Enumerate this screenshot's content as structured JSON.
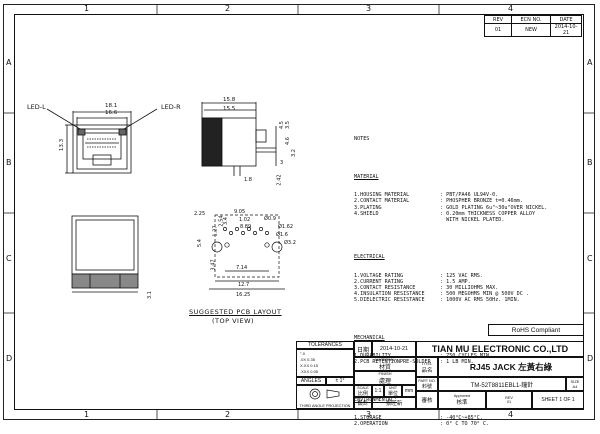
{
  "zones": {
    "top": [
      "1",
      "2",
      "3",
      "4"
    ],
    "bottom": [
      "1",
      "2",
      "3",
      "4"
    ],
    "left": [
      "A",
      "B",
      "C",
      "D"
    ],
    "right": [
      "A",
      "B",
      "C",
      "D"
    ]
  },
  "revision": {
    "headers": [
      "REV",
      "ECN NO.",
      "DATE"
    ],
    "row": [
      "01",
      "NEW",
      "2014-10-21"
    ]
  },
  "front_view": {
    "led_left": "LED-L",
    "led_right": "LED-R",
    "dim_width_outer": "18.1",
    "dim_width_inner": "16.6",
    "dim_height": "13.3"
  },
  "side_view": {
    "dims": [
      "15.8",
      "15.5",
      "4.5",
      "3.5",
      "4.6",
      "3.2",
      "1.8",
      "2.42",
      "3"
    ]
  },
  "bottom_view": {
    "dims": [
      "3.1"
    ]
  },
  "pcb_layout": {
    "title": "SUGGESTED PCB LAYOUT",
    "subtitle": "(TOP VIEW)",
    "dims": [
      "2.25",
      "9.05",
      "1.02",
      "8.89",
      "5.4",
      "1.27",
      "2.54",
      "3.4",
      "Ø0.9",
      "Ø1.62",
      "Ø1.6",
      "Ø3.2",
      "3.47",
      "7.14",
      "12.7",
      "16.25"
    ]
  },
  "notes": {
    "title": "NOTES",
    "material_title": "MATERIAL",
    "material": [
      [
        "1.HOUSING MATERIAL",
        ": PBT/PA46 UL94V-0."
      ],
      [
        "2.CONTACT MATERIAL",
        ": PHOSPHER BRONZE t=0.46mm."
      ],
      [
        "3.PLATING",
        ": GOLD PLATING 6u\"~30u\"OVER NICKEL."
      ],
      [
        "4.SHIELD",
        ": 0.20mm THICKNESS COPPER ALLOY"
      ],
      [
        "",
        "  WITH NICKEL PLATED."
      ]
    ],
    "electrical_title": "ELECTRICAL",
    "electrical": [
      [
        "1.VOLTAGE RATING",
        ": 125 VAC RMS."
      ],
      [
        "2.CURRENT RATING",
        ": 1.5 AMP."
      ],
      [
        "3.CONTACT RESISTANCE",
        ": 30 MILLIOHMS MAX."
      ],
      [
        "4.INSULATION RESISTANCE",
        ": 500 MEGOHMS MIN @ 500V DC ."
      ],
      [
        "5.DIELECTRIC RESISTANCE",
        ": 1000V AC RMS 50Hz. 1MIN."
      ]
    ],
    "mechanical_title": "MECHANICAL",
    "mechanical": [
      [
        "1.DURABILITY",
        ": 750 CYCLES MIN."
      ],
      [
        "2.PCB RETENTIONPRE-SOLDER",
        ": 1 LB MIN."
      ]
    ],
    "environmental_title": "ENVIRONMENTAL:",
    "environmental": [
      [
        "1.STORAGE",
        ": -40°C~+85°C."
      ],
      [
        "2.OPERATION",
        ": 0° C TO 70° C."
      ]
    ]
  },
  "title_block": {
    "rohs": "RoHS Compliant",
    "tolerances": "TOLERANCES",
    "tol_unit": "°.0",
    "tol_rows": [
      [
        "MM",
        "±"
      ],
      [
        "0 .0 ",
        "0.35"
      ],
      [
        "0 .00",
        "0.15"
      ],
      [
        "0 .000",
        "0.05"
      ]
    ],
    "tol_left": [
      ".0X",
      "X.XX",
      ".XXX"
    ],
    "angles_label": "ANGLES",
    "angles_value": "± 1°",
    "projection": "THIRD ANGLE PROJECTION",
    "date_label": "日期",
    "date_value": "2014-10-21",
    "material_label": "材質",
    "material_en": "MATERIAL",
    "finish_label": "處理",
    "finish_en": "FINISH",
    "scale_label": "比例",
    "scale_en": "SCALE",
    "scale_value": "1:1",
    "unit_label": "單位",
    "unit_en": "UNIT",
    "unit_value": "mm",
    "designed_label": "設計",
    "designed_value": "張旺新",
    "checked_label": "審核",
    "approved_label": "核準",
    "approved_en": "Approved",
    "company": "TIAN MU ELECTRONIC CO.,LTD",
    "title_label": "TITEL",
    "title_cn": "品名",
    "title_value": "RJ45  JACK 左黃右綠",
    "part_no_label": "PART NO.",
    "part_no_cn": "料號",
    "part_no_value": "TM-52T8811EBL1-鐘針",
    "size_label": "SIZE",
    "size_value": "A4",
    "rev_label": "REV",
    "rev_value": "01",
    "sheet": "SHEET  1  OF  1"
  }
}
